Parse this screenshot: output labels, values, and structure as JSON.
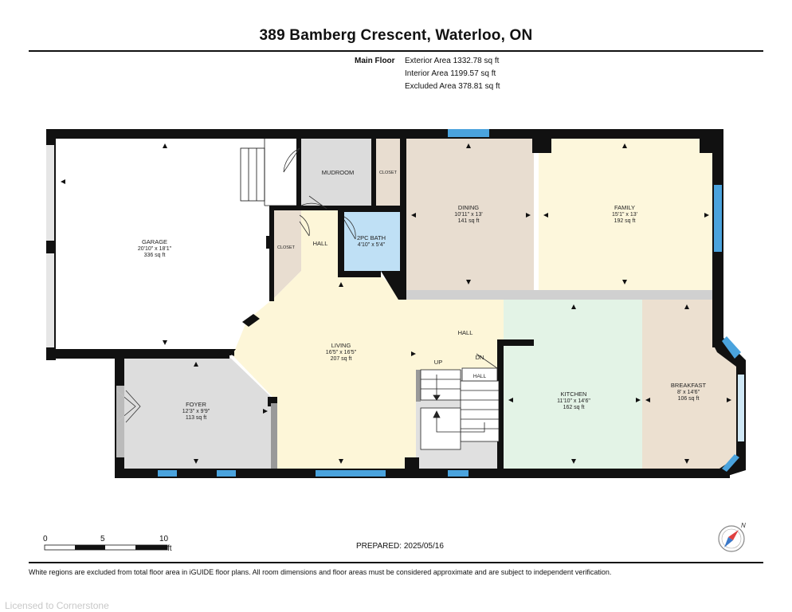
{
  "title": "389 Bamberg Crescent, Waterloo, ON",
  "floor_info": {
    "floor_name": "Main Floor",
    "exterior_area": "Exterior Area 1332.78 sq ft",
    "interior_area": "Interior Area 1199.57 sq ft",
    "excluded_area": "Excluded Area 378.81 sq ft"
  },
  "rooms": {
    "garage": {
      "name": "GARAGE",
      "dims": "20'10\" x 18'1\"",
      "area": "336 sq ft"
    },
    "mudroom": {
      "name": "MUDROOM"
    },
    "closet_top": {
      "name": "CLOSET"
    },
    "closet_left": {
      "name": "CLOSET"
    },
    "hall_top": {
      "name": "HALL"
    },
    "bath": {
      "name": "2PC BATH",
      "dims": "4'10\" x 5'4\""
    },
    "dining": {
      "name": "DINING",
      "dims": "10'11\" x 13'",
      "area": "141 sq ft"
    },
    "family": {
      "name": "FAMILY",
      "dims": "15'1\" x 13'",
      "area": "192 sq ft"
    },
    "living": {
      "name": "LIVING",
      "dims": "16'5\" x 16'5\"",
      "area": "207 sq ft"
    },
    "hall_mid": {
      "name": "HALL"
    },
    "stairs_up": {
      "name": "UP"
    },
    "stairs_dn": {
      "name": "DN"
    },
    "hall_small": {
      "name": "HALL"
    },
    "foyer": {
      "name": "FOYER",
      "dims": "12'3\" x 9'9\"",
      "area": "113 sq ft"
    },
    "kitchen": {
      "name": "KITCHEN",
      "dims": "11'10\" x 14'6\"",
      "area": "162 sq ft"
    },
    "breakfast": {
      "name": "BREAKFAST",
      "dims": "8' x 14'6\"",
      "area": "106 sq ft"
    }
  },
  "colors": {
    "wall": "#111111",
    "garage": "#ffffff",
    "mudroom": "#dcdcdc",
    "closet": "#e8ddd0",
    "bath": "#bfe0f5",
    "dining": "#e8ddd0",
    "family": "#fdf7dc",
    "living": "#fdf6d8",
    "foyer": "#dddddd",
    "kitchen": "#e3f3e6",
    "breakfast": "#ece0d0",
    "window": "#4aa3dd"
  },
  "scale": {
    "ticks": [
      "0",
      "5",
      "10"
    ],
    "unit": "ft"
  },
  "prepared": "PREPARED:  2025/05/16",
  "footer_note": "White regions are excluded from total floor area in iGUIDE floor plans. All room dimensions and floor areas must be considered approximate and are subject to independent verification.",
  "compass": {
    "label": "N",
    "icon": "compass-icon"
  },
  "watermark": "Licensed to Cornerstone"
}
